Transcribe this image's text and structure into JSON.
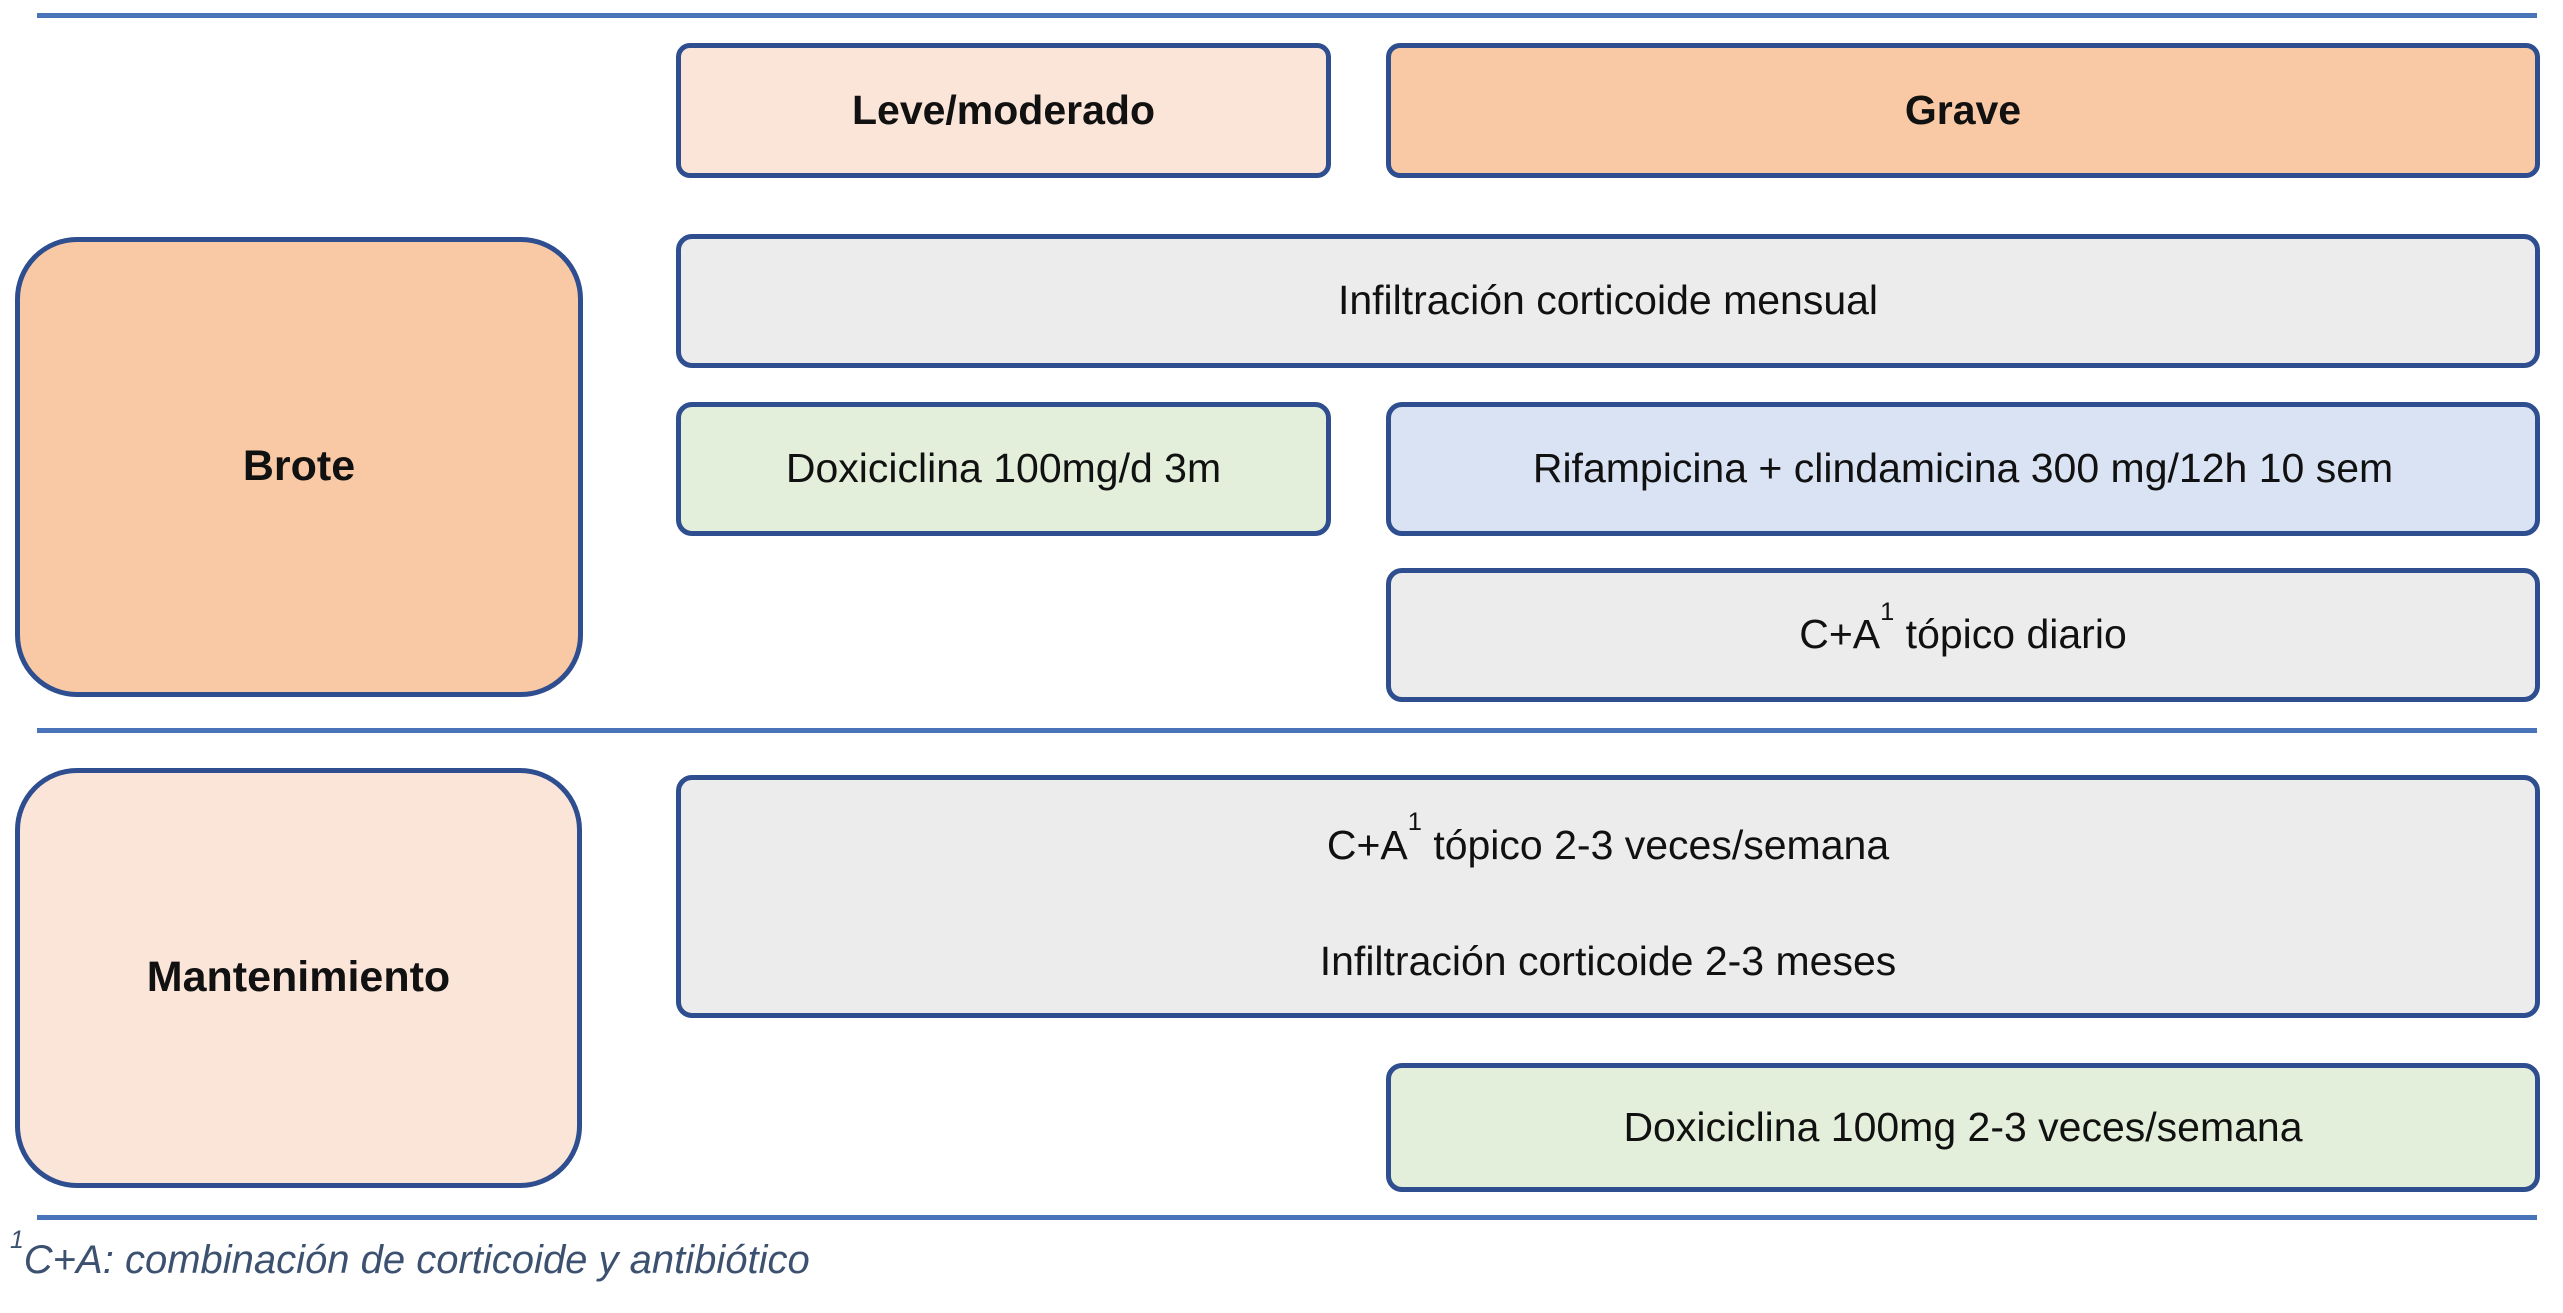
{
  "columns": {
    "mild": "Leve/moderado",
    "severe": "Grave"
  },
  "stages": {
    "flare": "Brote",
    "maintenance": "Mantenimiento"
  },
  "treatments": {
    "monthly_infiltration": "Infiltración corticoide mensual",
    "doxycycline_flare": "Doxiciclina 100mg/d 3m",
    "rifampicin_clindamycin": "Rifampicina + clindamicina 300 mg/12h 10 sem",
    "ca_daily": {
      "prefix": "C+A",
      "sup": "1",
      "suffix": " tópico diario"
    },
    "ca_maintenance": {
      "prefix": "C+A",
      "sup": "1",
      "suffix": " tópico 2-3 veces/semana"
    },
    "infiltration_maintenance": "Infiltración corticoide 2-3 meses",
    "doxycycline_maintenance": "Doxiciclina 100mg 2-3 veces/semana"
  },
  "footnote": {
    "sup": "1",
    "text": "C+A: combinación de corticoide y antibiótico"
  },
  "colors": {
    "border": "#2e4e8f",
    "line": "#4a74ba",
    "peach_strong": "#f8c9a4",
    "peach_light": "#fbe5d8",
    "green_light": "#e3efda",
    "blue_light": "#dae3f3",
    "gray_light": "#ececec",
    "footnote": "#3c5170"
  }
}
